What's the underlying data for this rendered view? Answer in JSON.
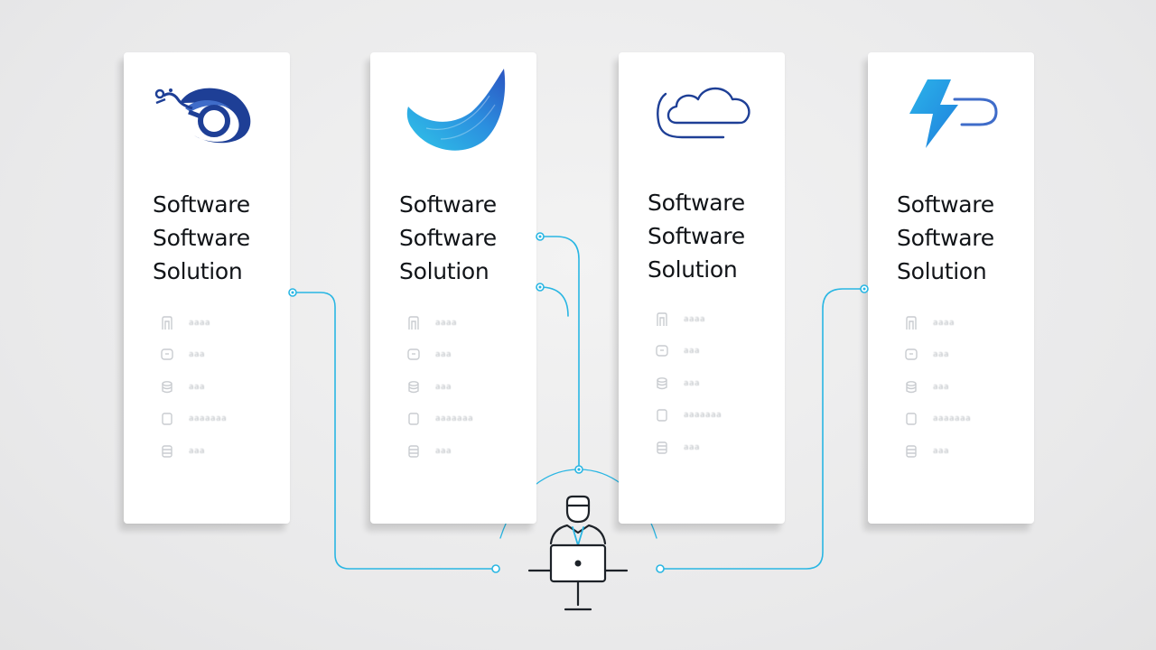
{
  "colors": {
    "accent": "#29b6e3",
    "card_background": "#ffffff",
    "title_text": "#111418",
    "feature_text": "#b8bcc1",
    "icon_dark": "#1d2228",
    "logo_navy": "#1e3f96",
    "logo_blue": "#3f6cc9",
    "logo_sky": "#2bb3ea"
  },
  "cards": [
    {
      "logo_icon": "gear-swirl-logo-icon",
      "title": [
        "Software",
        "Software",
        "Solution"
      ],
      "features": [
        {
          "icon": "user-icon",
          "label": "aaaa"
        },
        {
          "icon": "chat-icon",
          "label": "aaa"
        },
        {
          "icon": "database-icon",
          "label": "aaa"
        },
        {
          "icon": "box-icon",
          "label": "aaaaaaa"
        },
        {
          "icon": "stack-icon",
          "label": "aaa"
        }
      ]
    },
    {
      "logo_icon": "wave-leaf-logo-icon",
      "title": [
        "Software",
        "Software",
        "Solution"
      ],
      "features": [
        {
          "icon": "user-icon",
          "label": "aaaa"
        },
        {
          "icon": "chat-icon",
          "label": "aaa"
        },
        {
          "icon": "database-icon",
          "label": "aaa"
        },
        {
          "icon": "box-icon",
          "label": "aaaaaaa"
        },
        {
          "icon": "stack-icon",
          "label": "aaa"
        }
      ]
    },
    {
      "logo_icon": "cloud-logo-icon",
      "title": [
        "Software",
        "Software",
        "Solution"
      ],
      "features": [
        {
          "icon": "user-icon",
          "label": "aaaa"
        },
        {
          "icon": "chat-icon",
          "label": "aaa"
        },
        {
          "icon": "database-icon",
          "label": "aaa"
        },
        {
          "icon": "box-icon",
          "label": "aaaaaaa"
        },
        {
          "icon": "stack-icon",
          "label": "aaa"
        }
      ]
    },
    {
      "logo_icon": "lightning-logo-icon",
      "title": [
        "Software",
        "Software",
        "Solution"
      ],
      "features": [
        {
          "icon": "user-icon",
          "label": "aaaa"
        },
        {
          "icon": "chat-icon",
          "label": "aaa"
        },
        {
          "icon": "database-icon",
          "label": "aaa"
        },
        {
          "icon": "box-icon",
          "label": "aaaaaaa"
        },
        {
          "icon": "stack-icon",
          "label": "aaa"
        }
      ]
    }
  ],
  "central_node": {
    "icon": "developer-at-computer-icon"
  }
}
